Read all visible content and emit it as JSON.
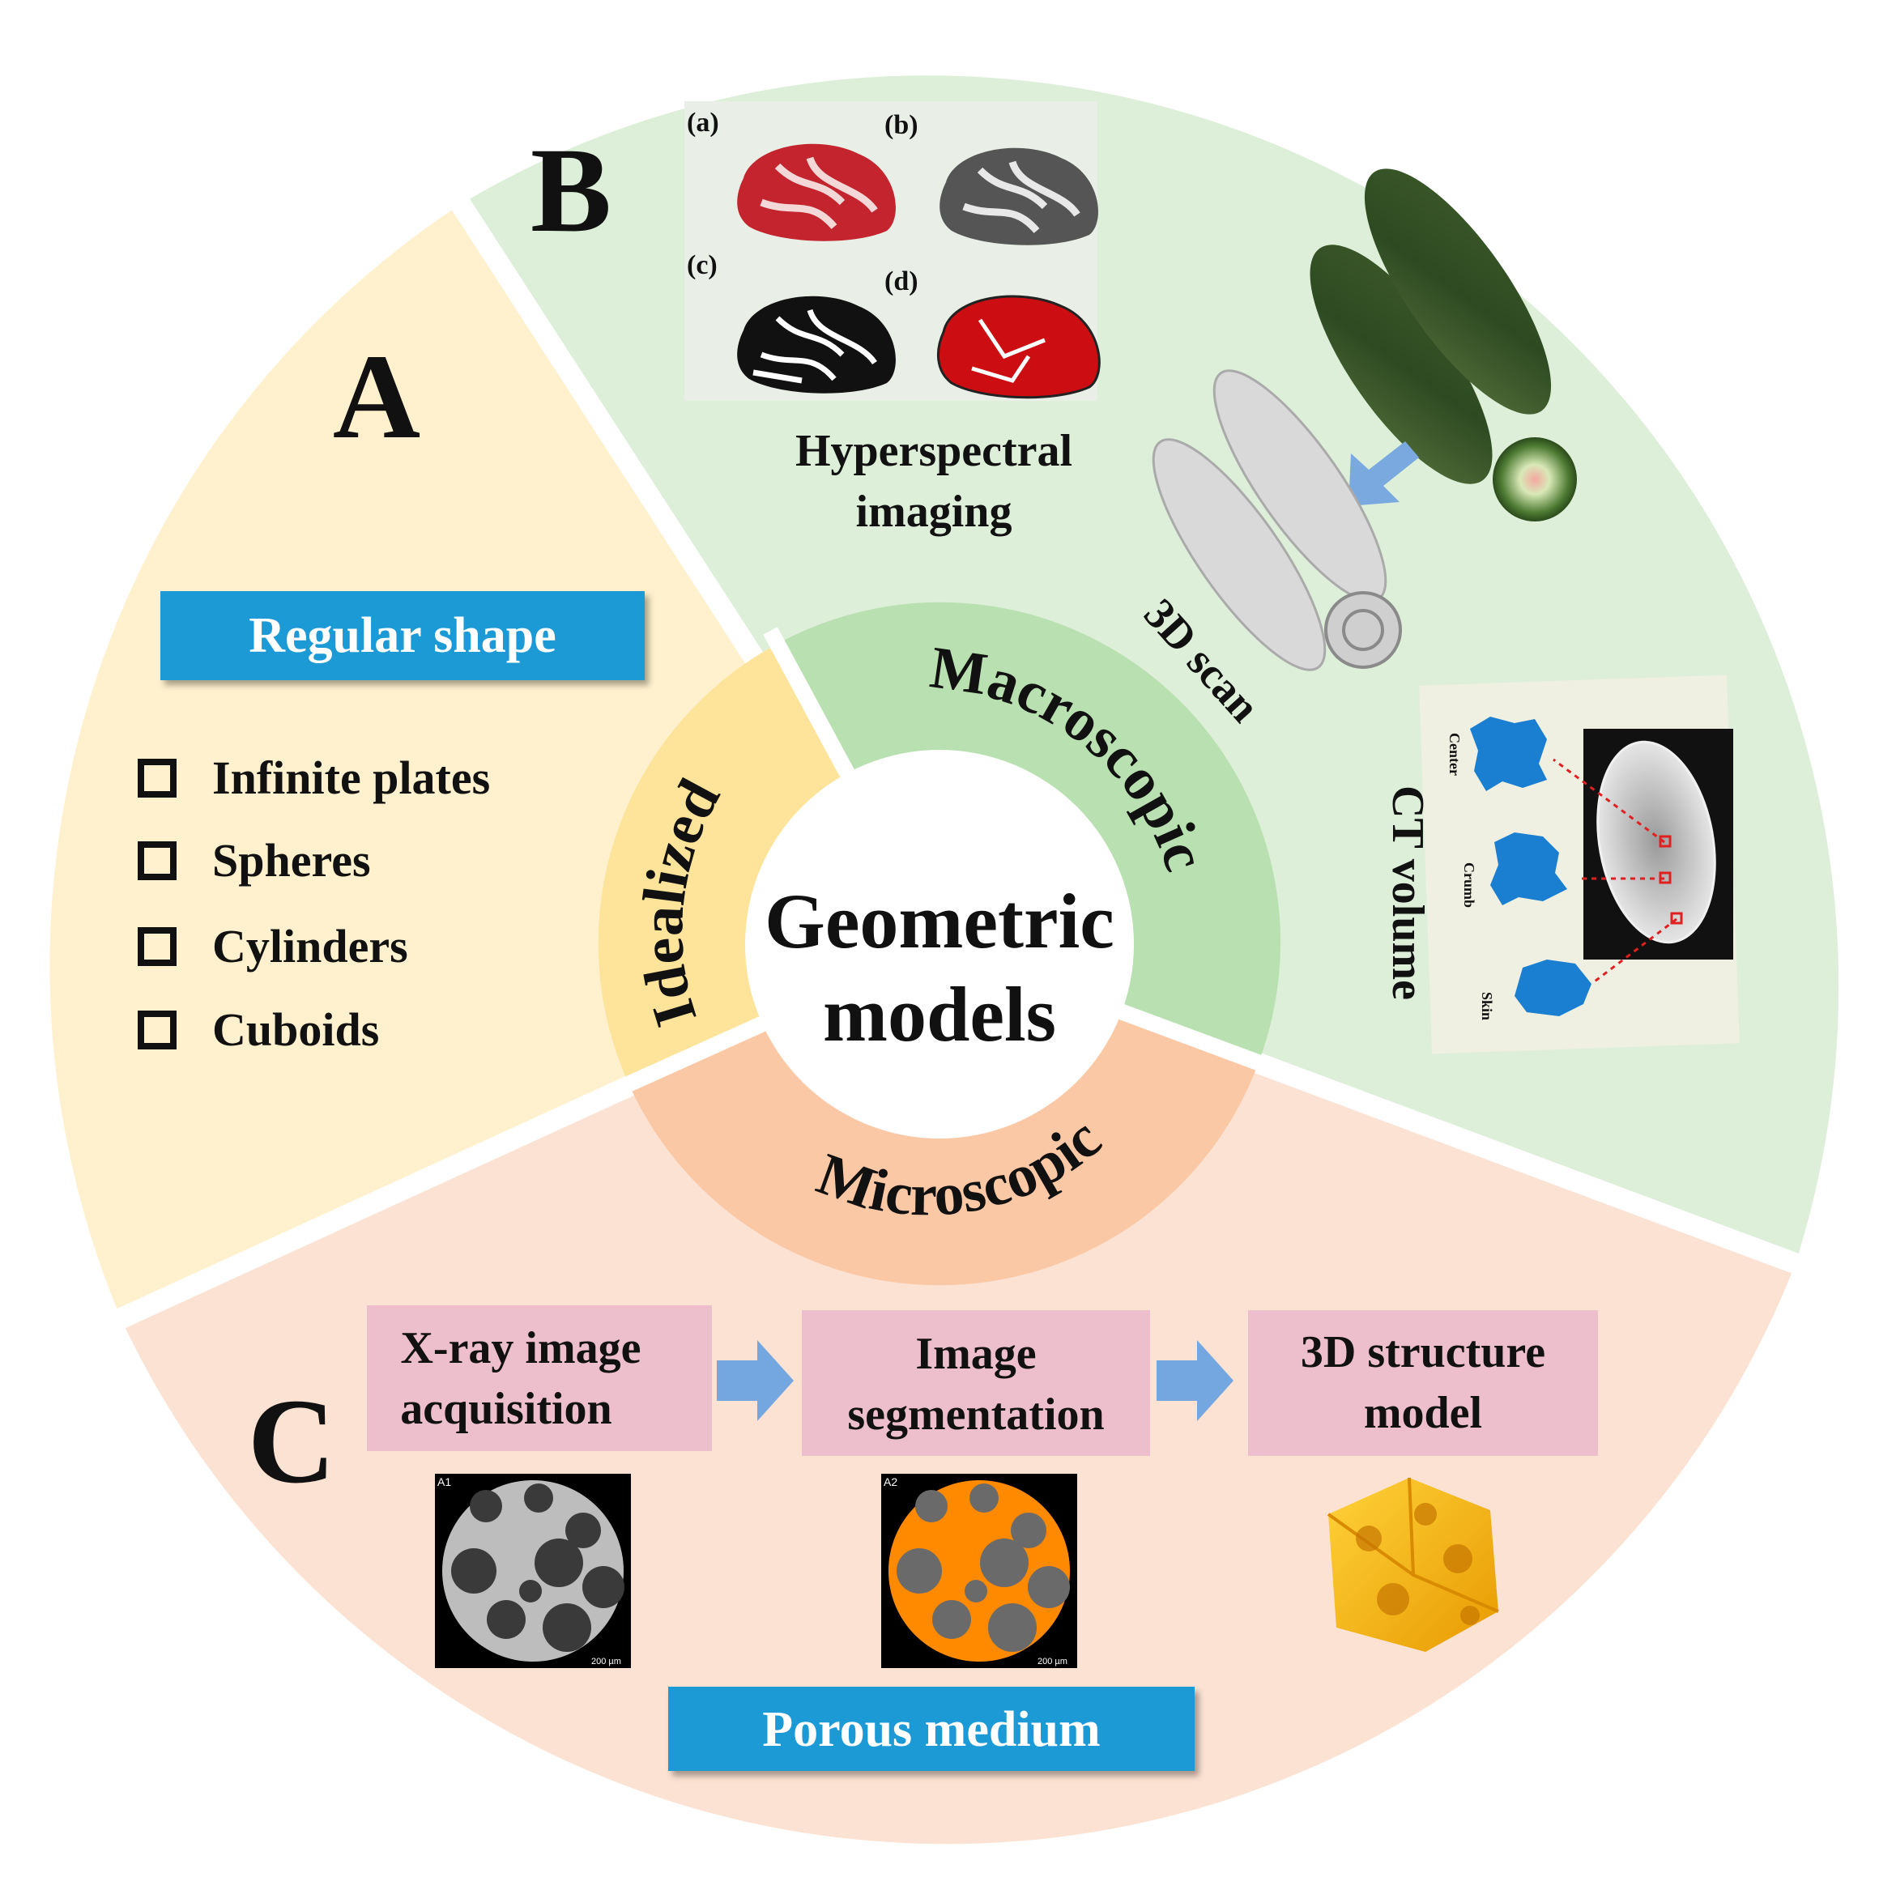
{
  "center": {
    "line1": "Geometric",
    "line2": "models"
  },
  "rings": {
    "idealized": "Idealized",
    "macroscopic": "Macroscopic",
    "microscopic": "Microscopic"
  },
  "sectorA": {
    "letter": "A",
    "banner": "Regular shape",
    "items": [
      "Infinite plates",
      "Spheres",
      "Cylinders",
      "Cuboids"
    ]
  },
  "sectorB": {
    "letter": "B",
    "panel_labels": [
      "(a)",
      "(b)",
      "(c)",
      "(d)"
    ],
    "hyperspectral_line1": "Hyperspectral",
    "hyperspectral_line2": "imaging",
    "scan_label": "3D scan",
    "ct_label": "CT volume",
    "ct_parts": [
      "Center",
      "Crumb",
      "Skin"
    ]
  },
  "sectorC": {
    "letter": "C",
    "steps": [
      {
        "line1": "X-ray image",
        "line2": "acquisition"
      },
      {
        "line1": "Image",
        "line2": "segmentation"
      },
      {
        "line1": "3D structure",
        "line2": "model"
      }
    ],
    "thumb_tags": [
      "A1",
      "A2"
    ],
    "scale_text": "200 µm",
    "banner": "Porous medium"
  },
  "colors": {
    "sectorA": "#FFF1CE",
    "sectorB": "#DDEFD8",
    "sectorC": "#FCE2D2",
    "ringIdealized": "#FDE49A",
    "ringMacro": "#B9E0B0",
    "ringMicro": "#FBC8A6",
    "banner": "#1E9AD6",
    "stepBox": "#EDBFCC",
    "arrow": "#74A7DF"
  }
}
